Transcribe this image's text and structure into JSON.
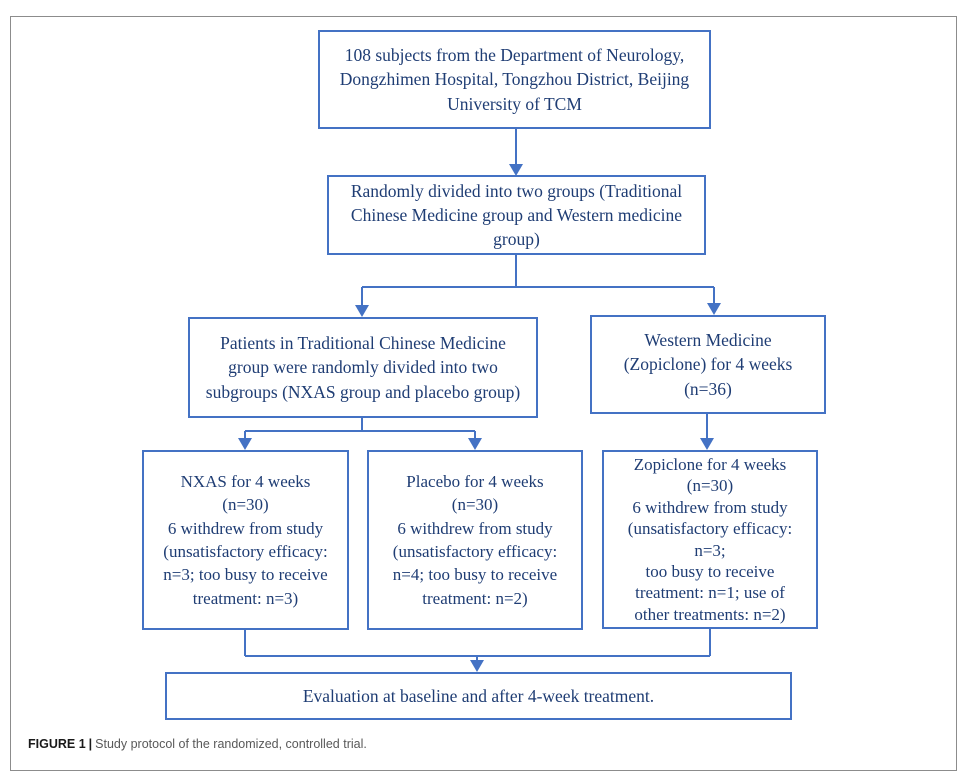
{
  "figure": {
    "caption": {
      "label": "FIGURE 1",
      "separator": "|",
      "text": "Study protocol of the randomized, controlled trial."
    }
  },
  "flowchart": {
    "nodes": {
      "subjects": {
        "text": "108 subjects from the Department of Neurology,\nDongzhimen Hospital, Tongzhou District, Beijing\nUniversity of TCM"
      },
      "random": {
        "text": "Randomly divided into two groups (Traditional\nChinese Medicine group and Western medicine\ngroup)"
      },
      "tcm_split": {
        "text": "Patients in Traditional Chinese Medicine\ngroup were randomly divided into two\nsubgroups (NXAS group and placebo group)"
      },
      "western": {
        "text": "Western Medicine\n(Zopiclone) for 4 weeks\n(n=36)"
      },
      "nxas": {
        "text": "NXAS for 4 weeks\n(n=30)\n6 withdrew from study\n(unsatisfactory efficacy:\nn=3; too busy to receive\ntreatment: n=3)"
      },
      "placebo": {
        "text": "Placebo for 4 weeks\n(n=30)\n6 withdrew from study\n(unsatisfactory efficacy:\nn=4; too busy to receive\ntreatment: n=2)"
      },
      "zopiclone": {
        "text": "Zopiclone for 4 weeks\n(n=30)\n6 withdrew from study\n(unsatisfactory efficacy:\nn=3;\ntoo busy to receive\ntreatment: n=1; use of\nother treatments: n=2)"
      },
      "evaluation": {
        "text": "Evaluation at baseline and after 4-week treatment."
      }
    },
    "edges": [
      "subjects -> random",
      "random -> tcm_split",
      "random -> western",
      "tcm_split -> nxas",
      "tcm_split -> placebo",
      "western -> zopiclone",
      "nxas -> evaluation",
      "zopiclone -> evaluation"
    ],
    "colors": {
      "box_border": "#4472C4",
      "connector": "#4472C4",
      "node_text": "#1F3D74",
      "frame_border": "#8C8C8C",
      "caption_label": "#1A1A1A",
      "caption_text": "#595959"
    }
  }
}
